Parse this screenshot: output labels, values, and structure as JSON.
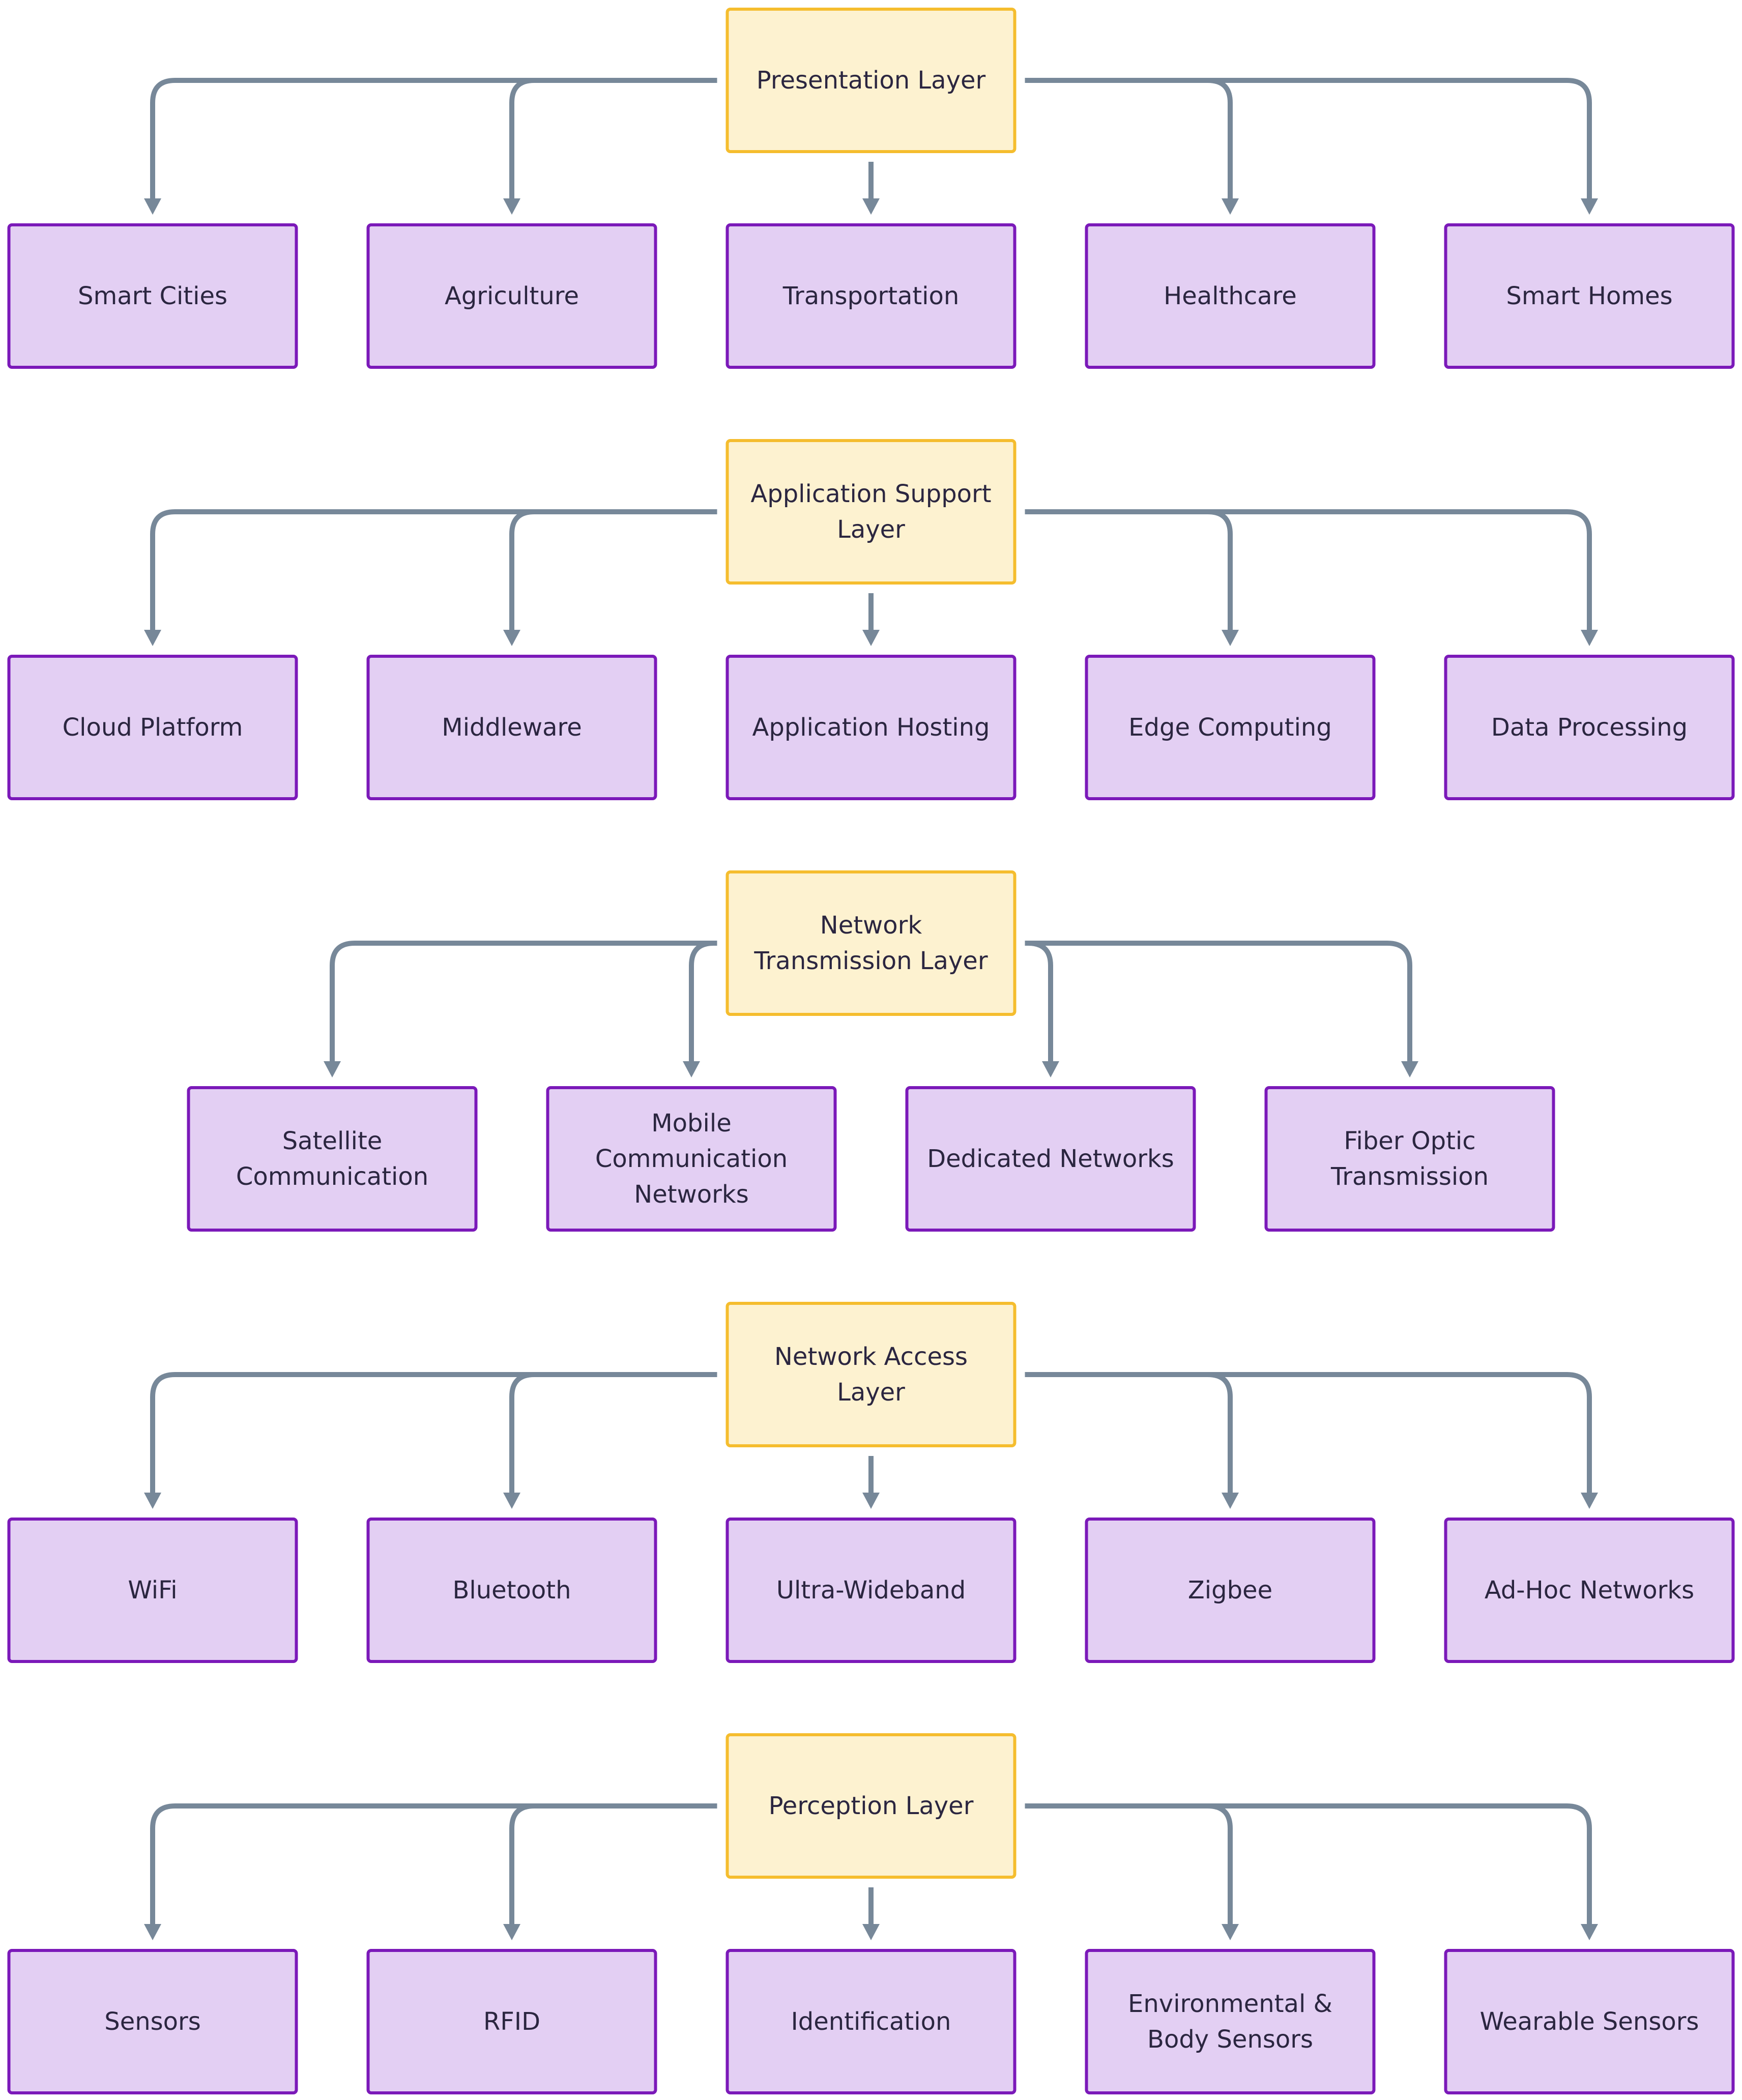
{
  "colors": {
    "edge": "#778899",
    "parent_fill": "#fdf2d0",
    "parent_stroke": "#f5bd2e",
    "child_fill": "#e3cff3",
    "child_stroke": "#7b19b9",
    "text": "#2b2640"
  },
  "layers": [
    {
      "id": "presentation",
      "label": [
        "Presentation Layer"
      ],
      "children": [
        {
          "id": "smart-cities",
          "label": [
            "Smart Cities"
          ]
        },
        {
          "id": "agriculture",
          "label": [
            "Agriculture"
          ]
        },
        {
          "id": "transportation",
          "label": [
            "Transportation"
          ]
        },
        {
          "id": "healthcare",
          "label": [
            "Healthcare"
          ]
        },
        {
          "id": "smart-homes",
          "label": [
            "Smart Homes"
          ]
        }
      ]
    },
    {
      "id": "application-support",
      "label": [
        "Application Support",
        "Layer"
      ],
      "children": [
        {
          "id": "cloud-platform",
          "label": [
            "Cloud Platform"
          ]
        },
        {
          "id": "middleware",
          "label": [
            "Middleware"
          ]
        },
        {
          "id": "application-hosting",
          "label": [
            "Application Hosting"
          ]
        },
        {
          "id": "edge-computing",
          "label": [
            "Edge Computing"
          ]
        },
        {
          "id": "data-processing",
          "label": [
            "Data Processing"
          ]
        }
      ]
    },
    {
      "id": "network-transmission",
      "label": [
        "Network",
        "Transmission Layer"
      ],
      "children": [
        {
          "id": "satellite-communication",
          "label": [
            "Satellite",
            "Communication"
          ]
        },
        {
          "id": "mobile-communication-networks",
          "label": [
            "Mobile",
            "Communication",
            "Networks"
          ]
        },
        {
          "id": "dedicated-networks",
          "label": [
            "Dedicated Networks"
          ]
        },
        {
          "id": "fiber-optic-transmission",
          "label": [
            "Fiber Optic",
            "Transmission"
          ]
        }
      ]
    },
    {
      "id": "network-access",
      "label": [
        "Network Access",
        "Layer"
      ],
      "children": [
        {
          "id": "wifi",
          "label": [
            "WiFi"
          ]
        },
        {
          "id": "bluetooth",
          "label": [
            "Bluetooth"
          ]
        },
        {
          "id": "ultra-wideband",
          "label": [
            "Ultra-Wideband"
          ]
        },
        {
          "id": "zigbee",
          "label": [
            "Zigbee"
          ]
        },
        {
          "id": "ad-hoc-networks",
          "label": [
            "Ad-Hoc Networks"
          ]
        }
      ]
    },
    {
      "id": "perception",
      "label": [
        "Perception Layer"
      ],
      "children": [
        {
          "id": "sensors",
          "label": [
            "Sensors"
          ]
        },
        {
          "id": "rfid",
          "label": [
            "RFID"
          ]
        },
        {
          "id": "identification",
          "label": [
            "Identification"
          ]
        },
        {
          "id": "environmental-body-sensors",
          "label": [
            "Environmental &",
            "Body Sensors"
          ]
        },
        {
          "id": "wearable-sensors",
          "label": [
            "Wearable Sensors"
          ]
        }
      ]
    }
  ]
}
